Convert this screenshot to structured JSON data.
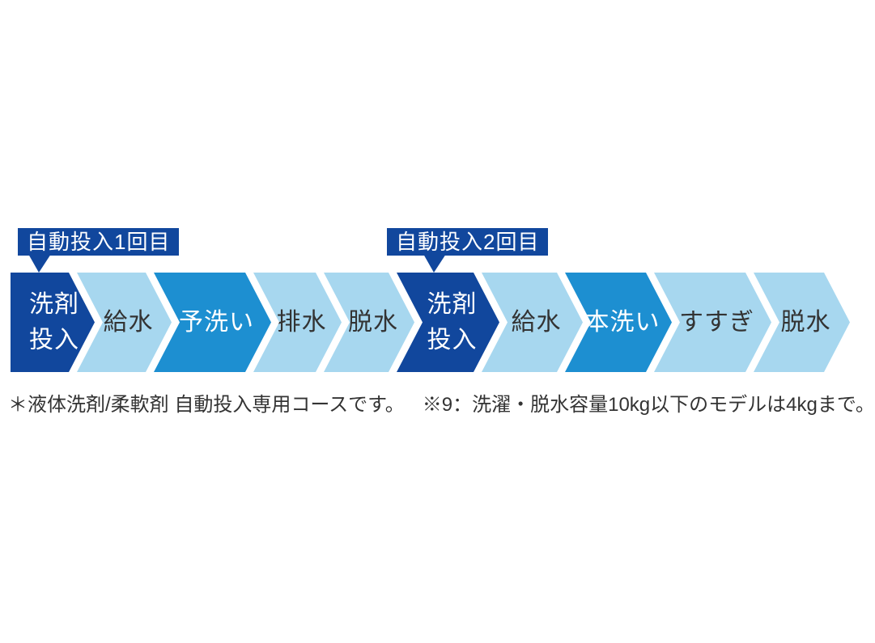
{
  "diagram": {
    "callouts": [
      {
        "label": "自動投入1回目"
      },
      {
        "label": "自動投入2回目"
      }
    ],
    "steps": [
      {
        "label": "洗剤\n投入",
        "emphasis": "dark"
      },
      {
        "label": "給水",
        "emphasis": "light"
      },
      {
        "label": "予洗い",
        "emphasis": "mid"
      },
      {
        "label": "排水",
        "emphasis": "light"
      },
      {
        "label": "脱水",
        "emphasis": "light"
      },
      {
        "label": "洗剤\n投入",
        "emphasis": "dark"
      },
      {
        "label": "給水",
        "emphasis": "light"
      },
      {
        "label": "本洗い",
        "emphasis": "mid"
      },
      {
        "label": "すすぎ",
        "emphasis": "light"
      },
      {
        "label": "脱水",
        "emphasis": "light"
      }
    ],
    "colors": {
      "dark_blue": "#11479d",
      "mid_blue": "#1d8fd1",
      "light_blue": "#a7d7ef",
      "light_step_text": "#333333",
      "emphasis_text": "#ffffff"
    }
  },
  "notes": [
    {
      "text": "＊液体洗剤/柔軟剤 自動投入専用コースです。"
    },
    {
      "text": "※9：洗濯・脱水容量10kg以下のモデルは4kgまで。"
    }
  ]
}
